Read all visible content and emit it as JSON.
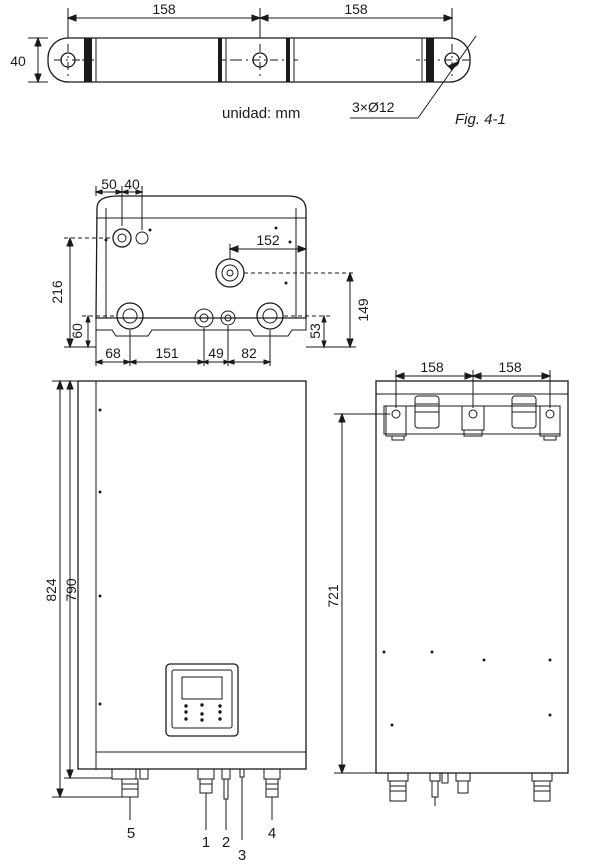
{
  "bracket": {
    "dim_left": "158",
    "dim_right": "158",
    "dim_height": "40",
    "hole_note": "3×Ø12",
    "unit_label": "unidad: mm",
    "fig_label": "Fig. 4-1"
  },
  "top_view": {
    "dim_50": "50",
    "dim_40": "40",
    "dim_152": "152",
    "dim_216": "216",
    "dim_149": "149",
    "dim_60": "60",
    "dim_53": "53",
    "dim_68": "68",
    "dim_151": "151",
    "dim_49": "49",
    "dim_82": "82"
  },
  "front_view": {
    "dim_824": "824",
    "dim_790": "790",
    "callouts": [
      "5",
      "1",
      "2",
      "3",
      "4"
    ]
  },
  "rear_view": {
    "dim_158a": "158",
    "dim_158b": "158",
    "dim_721": "721"
  }
}
